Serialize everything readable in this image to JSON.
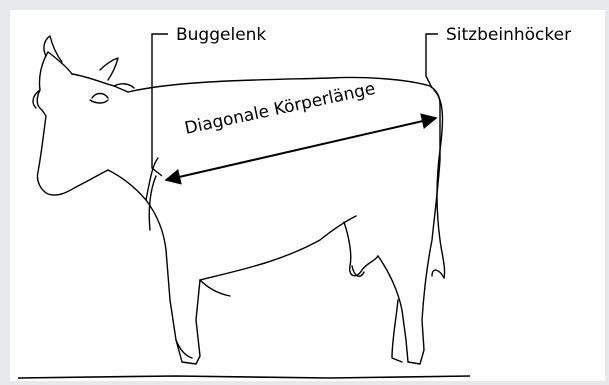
{
  "labels": {
    "shoulder_joint": "Buggelenk",
    "ischial_tuberosity": "Sitzbeinhöcker",
    "measurement": "Diagonale Körperlänge"
  }
}
